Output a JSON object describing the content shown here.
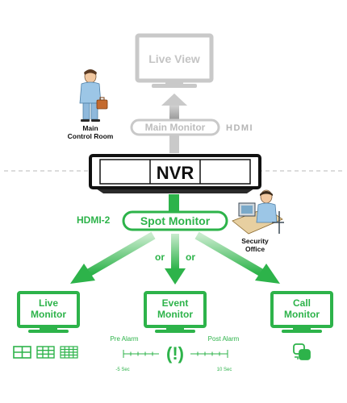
{
  "top": {
    "live_view_label": "Live View",
    "main_monitor_label": "Main Monitor",
    "hdmi_logo": "HDMI",
    "main_control_room": [
      "Main",
      "Control Room"
    ]
  },
  "nvr": {
    "label": "NVR"
  },
  "spot": {
    "hdmi2_label": "HDMI-2",
    "spot_monitor_label": "Spot Monitor",
    "or_labels": [
      "or",
      "or"
    ],
    "security_office": [
      "Security",
      "Office"
    ]
  },
  "monitors": {
    "live": [
      "Live",
      "Monitor"
    ],
    "event": [
      "Event",
      "Monitor"
    ],
    "call": [
      "Call",
      "Monitor"
    ]
  },
  "timeline": {
    "pre_alarm": "Pre Alarm",
    "post_alarm": "Post Alarm",
    "minus_5": "-5 Sec",
    "plus_10": "10 Sec",
    "alarm_symbol": "(!)"
  },
  "colors": {
    "green": "#2db34a",
    "light_green": "#a5dcae",
    "gray": "#cfcfcf",
    "dark": "#111111"
  },
  "icons": {
    "person_main": "person-with-briefcase-icon",
    "person_security": "security-guard-at-desk-icon",
    "split_screens": [
      "quad-split-icon",
      "nine-split-icon",
      "sixteen-split-icon"
    ],
    "call": "call-sequence-icon"
  }
}
